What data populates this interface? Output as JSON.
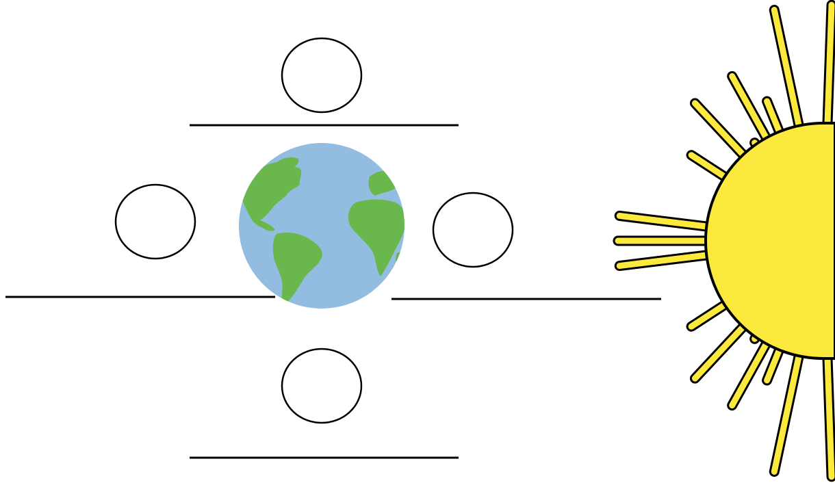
{
  "diagram": {
    "subject": "moon-phases-worksheet",
    "moon_positions": [
      "top",
      "left",
      "right",
      "bottom"
    ],
    "answer_blanks": [
      "top",
      "left",
      "right",
      "bottom"
    ],
    "colors": {
      "ocean": "#93bde0",
      "land": "#6ab74e",
      "sun_fill": "#fbe93d",
      "outline": "#000000",
      "moon_fill": "#ffffff"
    },
    "icons": {
      "earth": "earth-globe-icon",
      "sun": "half-sun-icon",
      "moon": "empty-circle-icon"
    }
  }
}
